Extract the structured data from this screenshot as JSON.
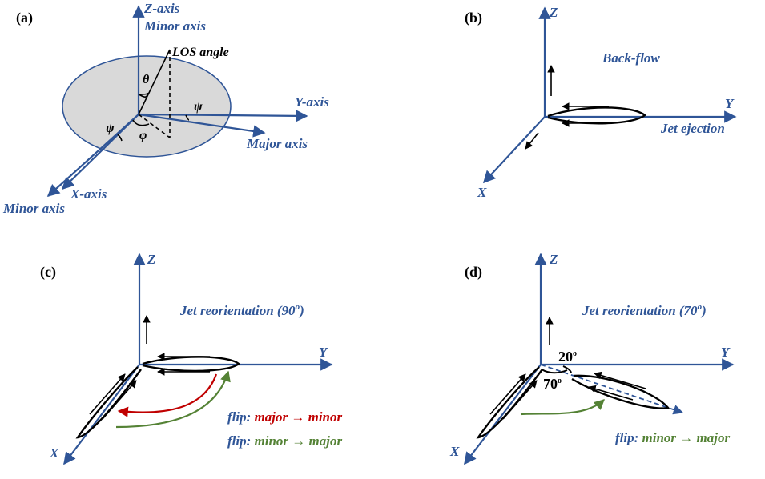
{
  "panels": {
    "a": {
      "label": "(a)",
      "z_axis": "Z-axis",
      "minor_axis_top": "Minor axis",
      "los_label": "LOS angle",
      "theta": "θ",
      "psi_right": "ψ",
      "psi_left": "ψ",
      "phi": "φ",
      "y_axis": "Y-axis",
      "major_axis": "Major axis",
      "x_axis": "X-axis",
      "minor_axis_bottom": "Minor axis"
    },
    "b": {
      "label": "(b)",
      "z": "Z",
      "y": "Y",
      "x": "X",
      "back_flow": "Back-flow",
      "jet_ejection": "Jet ejection"
    },
    "c": {
      "label": "(c)",
      "z": "Z",
      "y": "Y",
      "x": "X",
      "title_main": "Jet reorientation (90",
      "title_sup": "o",
      "title_end": ")",
      "flip1_prefix": "flip: ",
      "flip1_rest": "major → minor",
      "flip2_prefix": "flip: ",
      "flip2_rest": "minor → major"
    },
    "d": {
      "label": "(d)",
      "z": "Z",
      "y": "Y",
      "x": "X",
      "title_main": "Jet reorientation (70",
      "title_sup": "o",
      "title_end": ")",
      "angle1": "20",
      "angle1_sup": "o",
      "angle2": "70",
      "angle2_sup": "o",
      "flip_prefix": "flip: ",
      "flip_rest": "minor → major"
    }
  },
  "colors": {
    "axis_blue": "#2f5597",
    "text_blue": "#2f5597",
    "ellipse_fill": "#d9d9d9",
    "red": "#c00000",
    "green": "#548235",
    "black": "#000000"
  }
}
